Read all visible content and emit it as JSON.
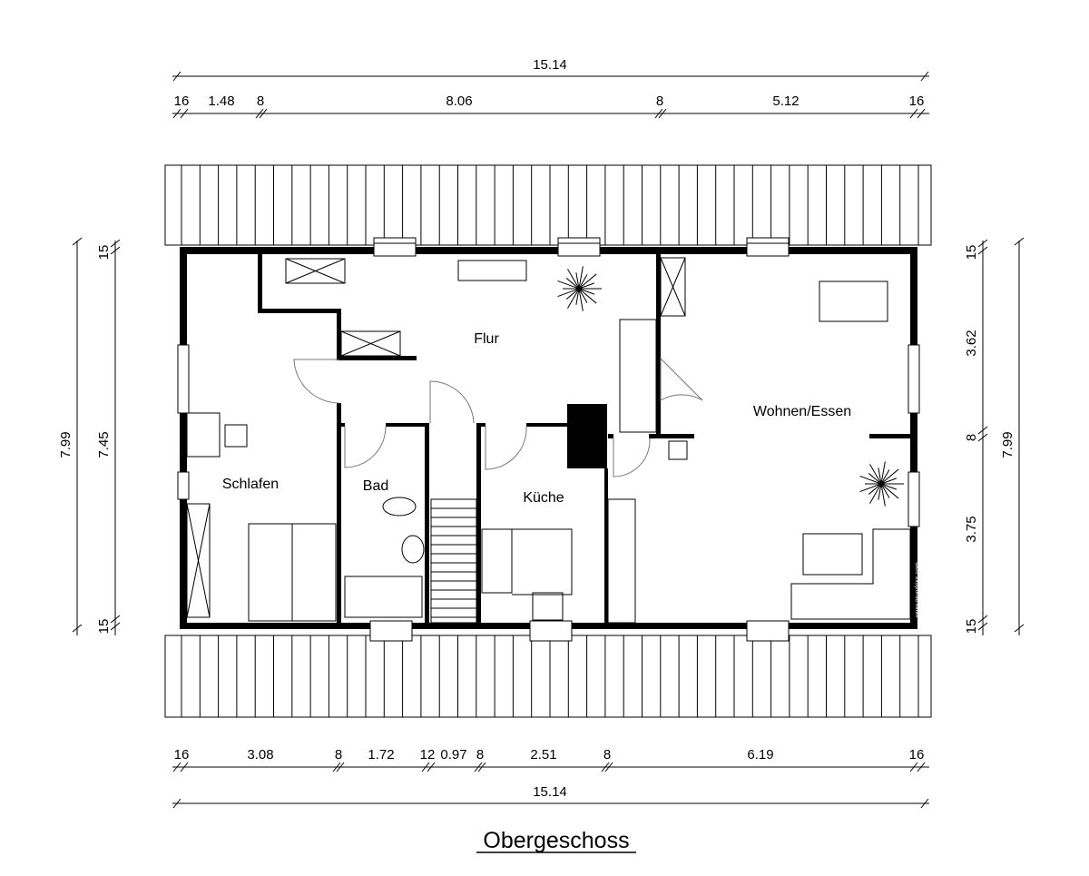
{
  "title": "Obergeschoss",
  "watermark": "www.grundriss.com",
  "rooms": {
    "flur": "Flur",
    "wohnen": "Wohnen/Essen",
    "schlafen": "Schlafen",
    "bad": "Bad",
    "kueche": "Küche"
  },
  "dims_top": {
    "total": "15.14",
    "segments": [
      "16",
      "1.48",
      "8",
      "8.06",
      "8",
      "5.12",
      "16"
    ]
  },
  "dims_bottom": {
    "total": "15.14",
    "segments": [
      "16",
      "3.08",
      "8",
      "1.72",
      "12",
      "0.97",
      "8",
      "2.51",
      "8",
      "6.19",
      "16"
    ]
  },
  "dims_left": {
    "total": "7.99",
    "inner": "7.45",
    "top": "15",
    "bottom": "15"
  },
  "dims_right": {
    "total": "7.99",
    "top": "15",
    "upper": "3.62",
    "mid": "8",
    "lower": "3.75",
    "bottom": "15"
  }
}
